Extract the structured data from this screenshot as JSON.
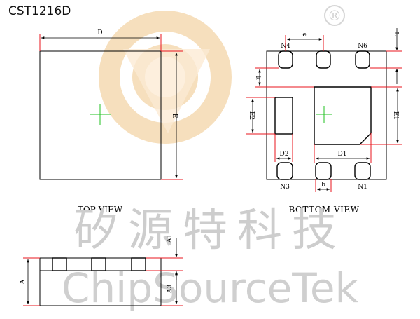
{
  "title": "CST1216D",
  "watermark": {
    "chinese": "矽源特科技",
    "english": "ChipSourceTek",
    "registered": "®"
  },
  "views": {
    "top": "TOP VIEW",
    "bottom": "BOTTOM VIEW"
  },
  "dims": {
    "D": "D",
    "E": "E",
    "e": "e",
    "L": "L",
    "k": "k",
    "E2": "E2",
    "D2": "D2",
    "D1": "D1",
    "E1": "E1",
    "b": "b",
    "A": "A",
    "A1": "A1",
    "A3": "A3"
  },
  "pins": {
    "n4": "N4",
    "n6": "N6",
    "n3": "N3",
    "n1": "N1"
  },
  "colors": {
    "outline": "#000000",
    "dimension": "#e8141e",
    "center_mark": "#22c022",
    "watermark_text": "#cccccc",
    "watermark_logo": "#f3d3a8"
  }
}
